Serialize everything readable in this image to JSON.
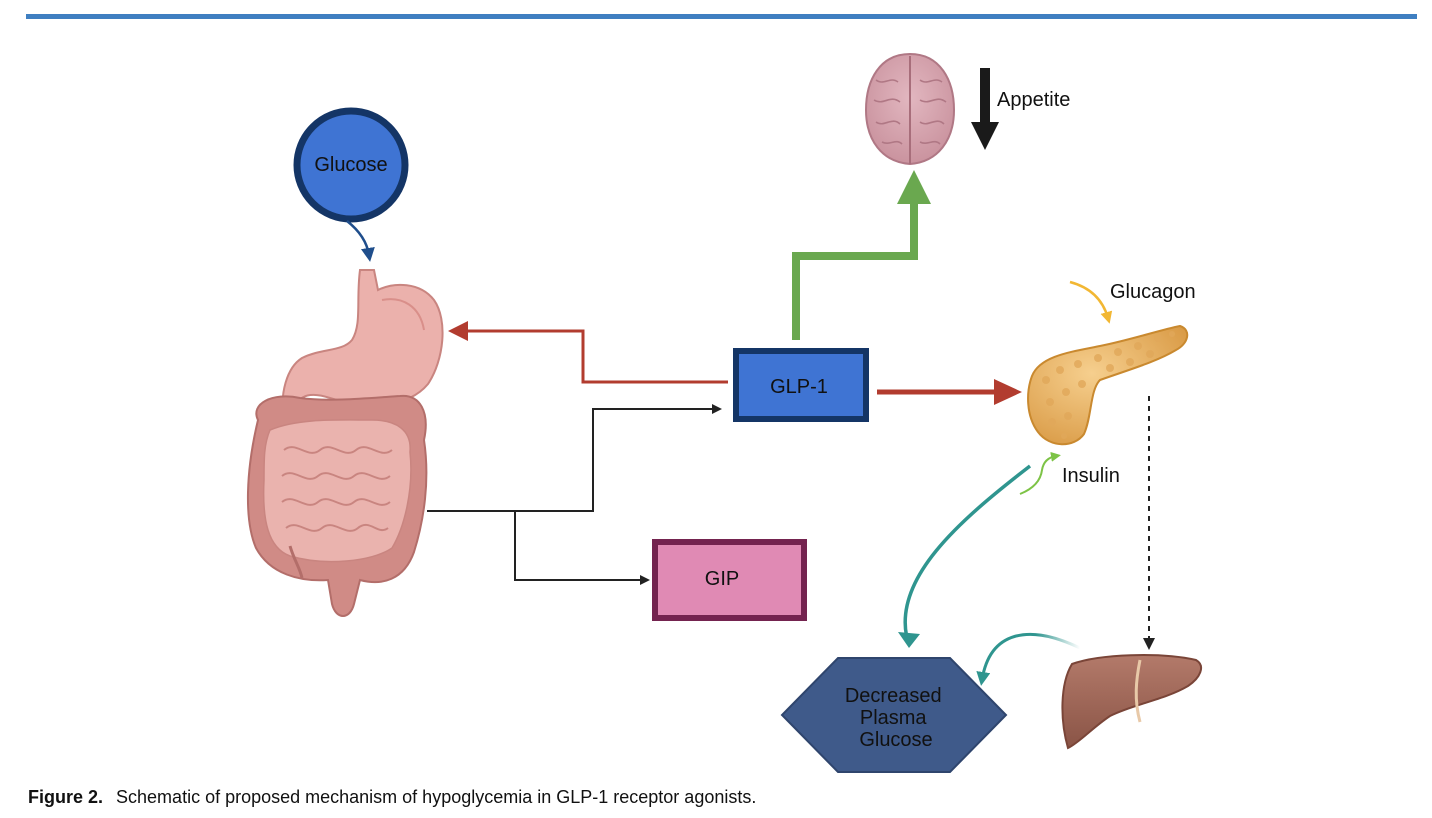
{
  "nodes": {
    "glucose": "Glucose",
    "glp1": "GLP-1",
    "gip": "GIP",
    "appetite": "Appetite",
    "glucagon": "Glucagon",
    "insulin": "Insulin",
    "decreased_plasma_glucose": [
      "Decreased",
      "Plasma",
      "Glucose"
    ]
  },
  "caption": {
    "label": "Figure 2.",
    "text": "Schematic of proposed mechanism of hypoglycemia in GLP-1 receptor agonists."
  },
  "colors": {
    "rule": "#3f7fc1",
    "glucose_fill": "#3f74d3",
    "glucose_ring": "#143566",
    "glp1_fill": "#3f74d3",
    "glp1_border": "#143566",
    "gip_fill": "#e08ab4",
    "gip_border": "#74234f",
    "red_arrow": "#b23c2f",
    "green_arrow": "#6aa84f",
    "teal_arrow": "#2f958f",
    "black_arrow": "#222222",
    "hexagon_fill": "#3f5a8a",
    "glucagon_arrow": "#f2b733",
    "insulin_arrow": "#7dc346"
  },
  "icons": [
    "brain-icon",
    "stomach-icon",
    "intestine-icon",
    "pancreas-icon",
    "liver-icon",
    "down-arrow-icon"
  ]
}
